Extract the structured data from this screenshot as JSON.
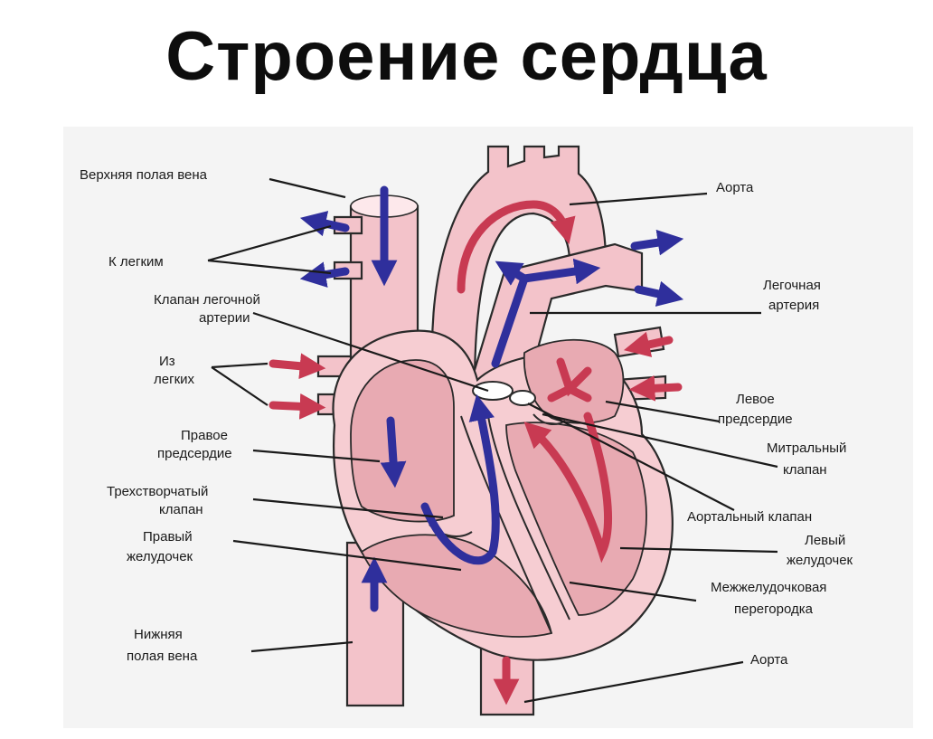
{
  "title": "Строение сердца",
  "labels": {
    "superior_vena_cava": "Верхняя полая вена",
    "to_lungs": "К легким",
    "pulmonary_valve_1": "Клапан легочной",
    "pulmonary_valve_2": "артерии",
    "from_lungs_1": "Из",
    "from_lungs_2": "легких",
    "right_atrium_1": "Правое",
    "right_atrium_2": "предсердие",
    "tricuspid_valve_1": "Трехстворчатый",
    "tricuspid_valve_2": "клапан",
    "right_ventricle_1": "Правый",
    "right_ventricle_2": "желудочек",
    "inferior_vena_cava_1": "Нижняя",
    "inferior_vena_cava_2": "полая вена",
    "aorta_top": "Аорта",
    "pulmonary_artery_1": "Легочная",
    "pulmonary_artery_2": "артерия",
    "left_atrium_1": "Левое",
    "left_atrium_2": "предсердие",
    "mitral_valve_1": "Митральный",
    "mitral_valve_2": "клапан",
    "aortic_valve": "Аортальный клапан",
    "left_ventricle_1": "Левый",
    "left_ventricle_2": "желудочек",
    "septum_1": "Межжелудочковая",
    "septum_2": "перегородка",
    "aorta_bottom": "Аорта"
  },
  "colors": {
    "deoxygenated_blood": "#2f2f9c",
    "oxygenated_blood": "#c83a52",
    "heart_wall": "#f6cdd2",
    "chamber": "#e8aab2"
  }
}
